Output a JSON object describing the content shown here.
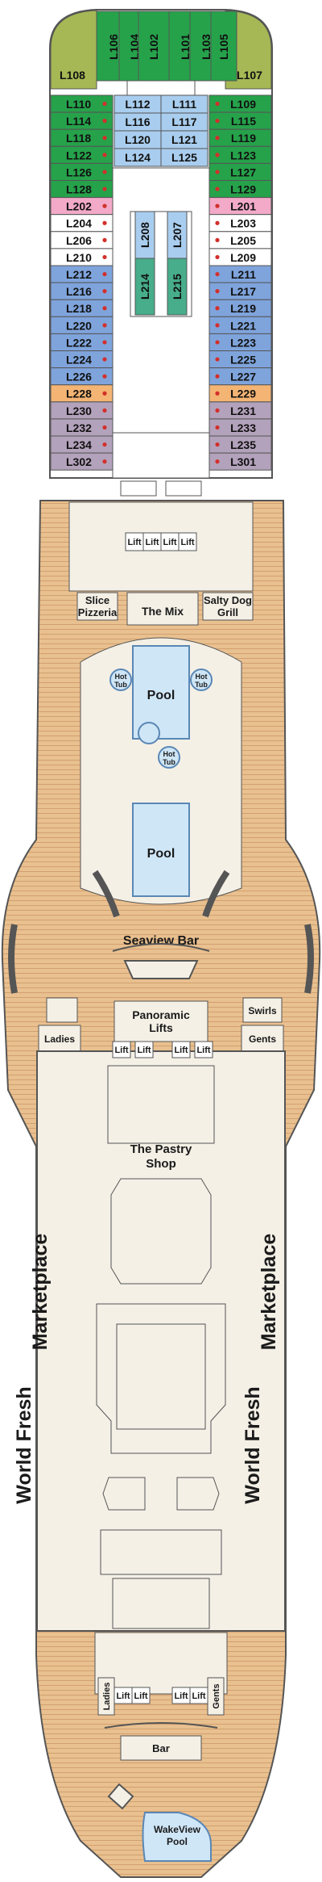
{
  "colors": {
    "deck_wood": "#e9c08f",
    "deck_wood_line": "#d2a070",
    "indoor": "#f4f0e6",
    "room_outline": "#8a8070",
    "pool_water": "#cfe6f7",
    "pool_edge": "#5a87b5",
    "cabin_green": "#26a24b",
    "cabin_light_blue": "#a9cdee",
    "cabin_blue": "#7fa4dc",
    "cabin_teal": "#47ad8a",
    "cabin_pink": "#f2aac8",
    "cabin_white": "#ffffff",
    "cabin_orange": "#f4b474",
    "cabin_mauve": "#b3a2bb",
    "suite_olive": "#a5b855",
    "suite_light": "#d9e8a9",
    "hull_line": "#555555",
    "dot_red": "#d2302b"
  },
  "cabins": {
    "forward_suites": [
      "L106",
      "L104",
      "L102",
      "L101",
      "L103",
      "L105"
    ],
    "forward_corner": {
      "left": "L108",
      "right": "L107"
    },
    "left_col": [
      "L110",
      "L114",
      "L118",
      "L122",
      "L126",
      "L128",
      "L202",
      "L204",
      "L206",
      "L210",
      "L212",
      "L216",
      "L218",
      "L220",
      "L222",
      "L224",
      "L226",
      "L228",
      "L230",
      "L232",
      "L234",
      "L302"
    ],
    "inner_left": [
      "L112",
      "L116",
      "L120",
      "L124"
    ],
    "inner_right": [
      "L111",
      "L117",
      "L121",
      "L125"
    ],
    "right_col": [
      "L109",
      "L115",
      "L119",
      "L123",
      "L127",
      "L129",
      "L201",
      "L203",
      "L205",
      "L209",
      "L211",
      "L217",
      "L219",
      "L221",
      "L223",
      "L225",
      "L227",
      "L229",
      "L231",
      "L233",
      "L235",
      "L301"
    ],
    "center_vertical": [
      "L214",
      "L208",
      "L207",
      "L215"
    ]
  },
  "venues": {
    "lifts": "Lift",
    "slice_pizzeria": [
      "Slice",
      "Pizzeria"
    ],
    "the_mix": "The Mix",
    "salty_dog_grill": [
      "Salty Dog",
      "Grill"
    ],
    "pool": "Pool",
    "hot_tub": [
      "Hot",
      "Tub"
    ],
    "seaview_bar": "Seaview Bar",
    "panoramic_lifts": [
      "Panoramic",
      "Lifts"
    ],
    "swirls": "Swirls",
    "ladies": "Ladies",
    "gents": "Gents",
    "pastry_shop": [
      "The Pastry",
      "Shop"
    ],
    "marketplace_line1": "Marketplace",
    "marketplace_line2": "World Fresh",
    "bar": "Bar",
    "wakeview_pool": [
      "WakeView",
      "Pool"
    ]
  }
}
